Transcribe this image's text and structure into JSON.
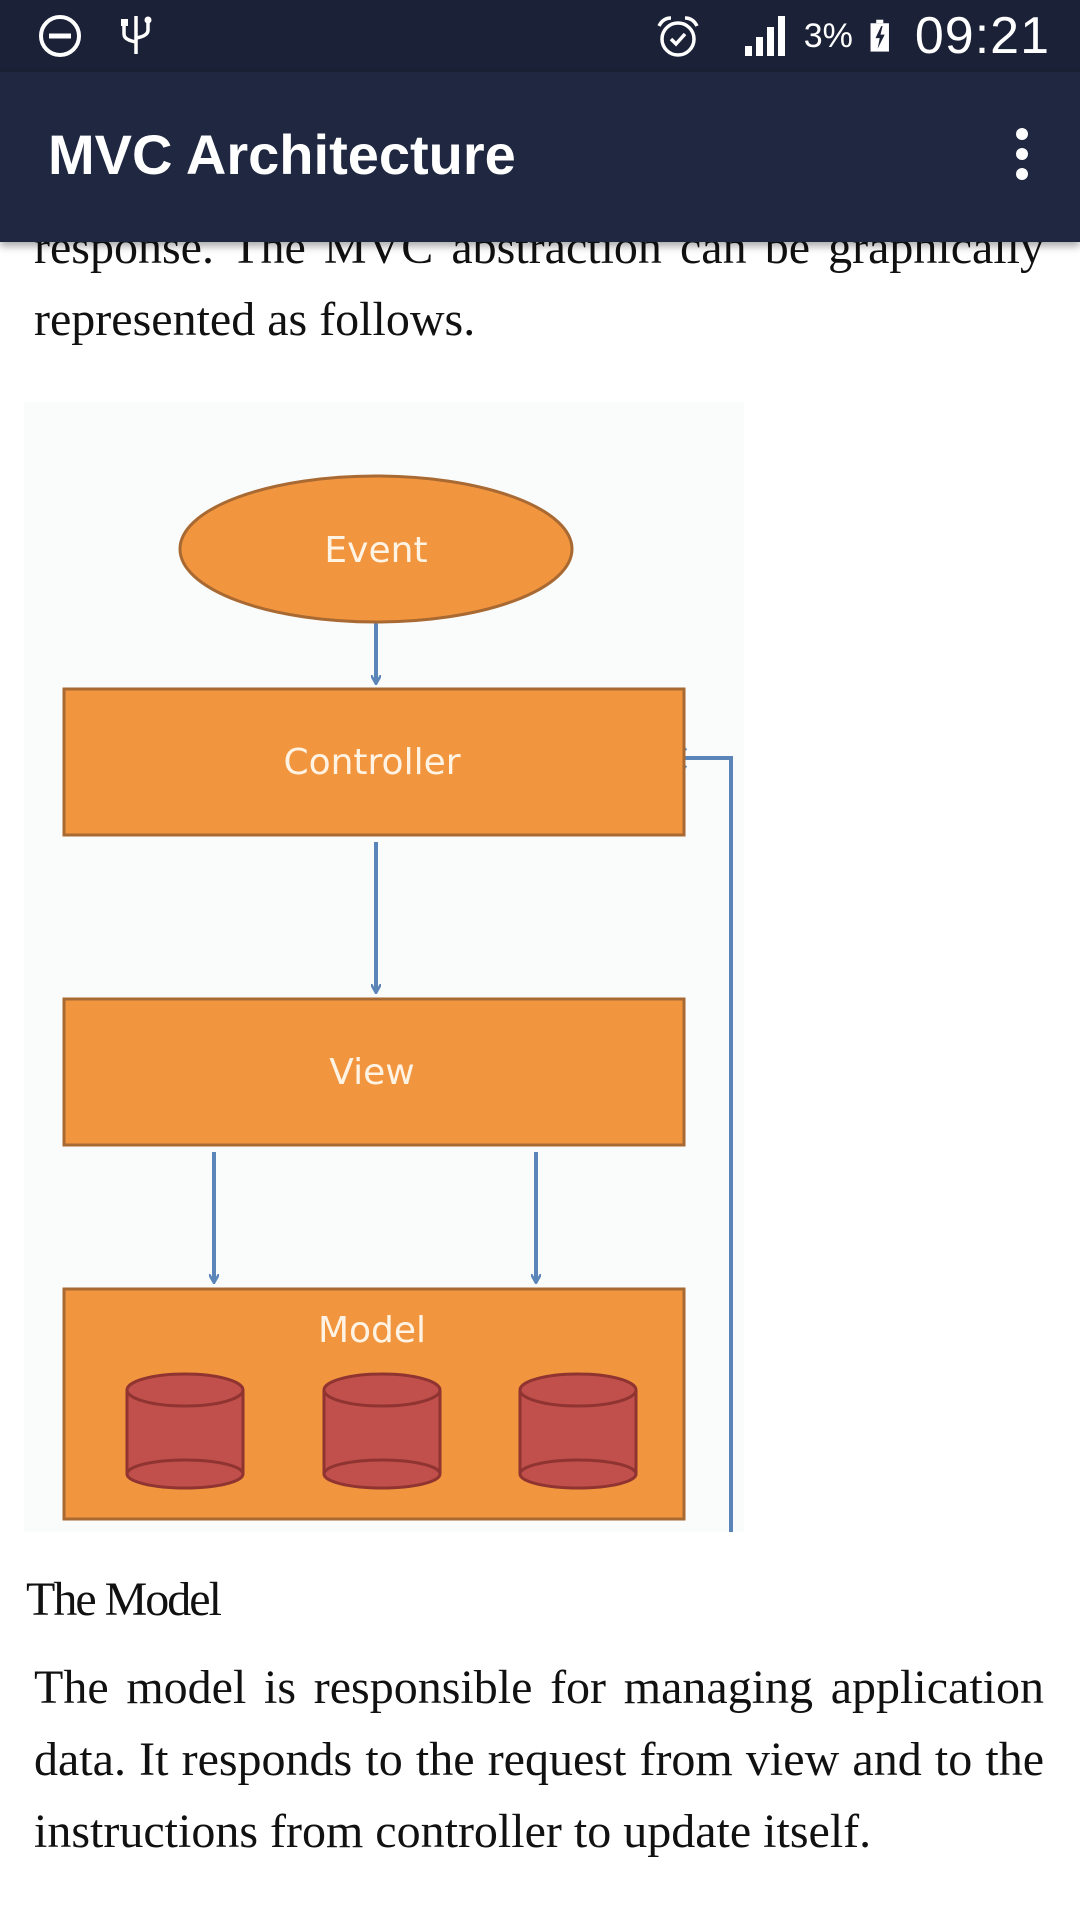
{
  "status_bar": {
    "icons": [
      "do-not-disturb-icon",
      "usb-icon",
      "alarm-icon",
      "signal-icon",
      "battery-icon"
    ],
    "battery_percent": "3%",
    "time": "09:21"
  },
  "app_bar": {
    "title": "MVC Architecture",
    "menu_icon": "more-vert-icon"
  },
  "content": {
    "intro_text": "response. The MVC abstraction can be graphically represented as follows.",
    "diagram": {
      "event_label": "Event",
      "controller_label": "Controller",
      "view_label": "View",
      "model_label": "Model",
      "colors": {
        "box_fill": "#f2953f",
        "box_stroke": "#a86a32",
        "arrow": "#5b85b8",
        "database_fill": "#c1504c",
        "label_text": "#fff3e4"
      }
    },
    "section_heading": "The Model",
    "model_text": "The model is responsible for managing application data. It responds to the request from view and to the instructions from controller to update itself."
  }
}
